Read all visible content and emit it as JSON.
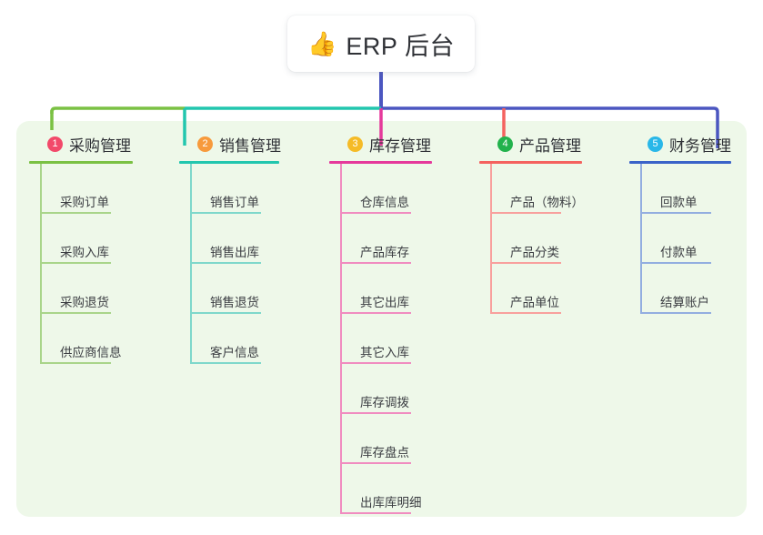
{
  "root": {
    "icon": "thumbs-up-emoji",
    "emoji": "👍",
    "title": "ERP 后台"
  },
  "theme": {
    "page_background": "#ffffff",
    "panel_background": "#eef8e9",
    "root_card_background": "#ffffff",
    "text_color": "#2f3136",
    "stem_color": "#4b56c0"
  },
  "columns": [
    {
      "number": "1",
      "label": "采购管理",
      "badge_color": "#f2496a",
      "line_color": "#7ac143",
      "leaf_line_color": "#a9d58a",
      "connector_color": "#7ac143",
      "items": [
        {
          "label": "采购订单"
        },
        {
          "label": "采购入库"
        },
        {
          "label": "采购退货"
        },
        {
          "label": "供应商信息"
        }
      ]
    },
    {
      "number": "2",
      "label": "销售管理",
      "badge_color": "#f79a3c",
      "line_color": "#22c6ae",
      "leaf_line_color": "#7fd8cb",
      "connector_color": "#22c6ae",
      "items": [
        {
          "label": "销售订单"
        },
        {
          "label": "销售出库"
        },
        {
          "label": "销售退货"
        },
        {
          "label": "客户信息"
        }
      ]
    },
    {
      "number": "3",
      "label": "库存管理",
      "badge_color": "#f5bb27",
      "line_color": "#e5399b",
      "leaf_line_color": "#f08cc0",
      "connector_color": "#e5399b",
      "items": [
        {
          "label": "仓库信息"
        },
        {
          "label": "产品库存"
        },
        {
          "label": "其它出库"
        },
        {
          "label": "其它入库"
        },
        {
          "label": "库存调拨"
        },
        {
          "label": "库存盘点"
        },
        {
          "label": "出库库明细"
        }
      ]
    },
    {
      "number": "4",
      "label": "产品管理",
      "badge_color": "#22b24c",
      "line_color": "#f4625f",
      "leaf_line_color": "#f8a09d",
      "connector_color": "#f4625f",
      "items": [
        {
          "label": "产品（物料）"
        },
        {
          "label": "产品分类"
        },
        {
          "label": "产品单位"
        }
      ]
    },
    {
      "number": "5",
      "label": "财务管理",
      "badge_color": "#29b7e8",
      "line_color": "#3a63c8",
      "leaf_line_color": "#93aee0",
      "connector_color": "#4b56c0",
      "items": [
        {
          "label": "回款单"
        },
        {
          "label": "付款单"
        },
        {
          "label": "结算账户"
        }
      ]
    }
  ]
}
